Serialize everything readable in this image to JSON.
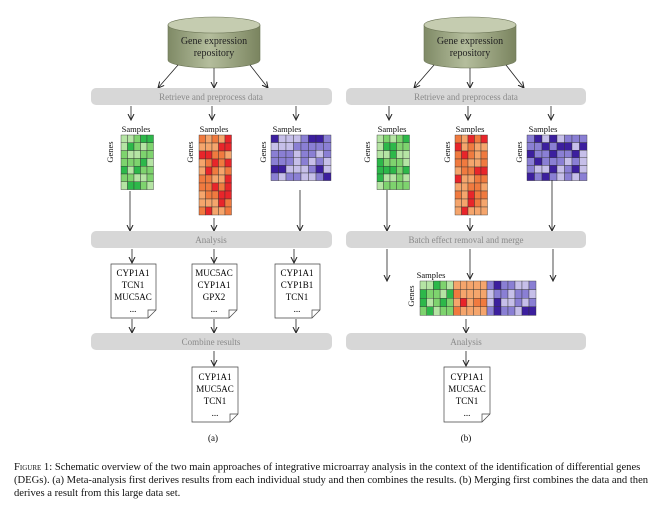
{
  "repository_label": [
    "Gene expression",
    "repository"
  ],
  "panel_a": {
    "retrieve_label": "Retrieve and preprocess data",
    "analysis_label": "Analysis",
    "combine_label": "Combine results",
    "samples_label": "Samples",
    "genes_label": "Genes",
    "gene_lists": [
      [
        "CYP1A1",
        "TCN1",
        "MUC5AC",
        "..."
      ],
      [
        "MUC5AC",
        "CYP1A1",
        "GPX2",
        "..."
      ],
      [
        "CYP1A1",
        "CYP1B1",
        "TCN1",
        "..."
      ]
    ],
    "result_list": [
      "CYP1A1",
      "MUC5AC",
      "TCN1",
      "..."
    ],
    "panel_label": "(a)"
  },
  "panel_b": {
    "retrieve_label": "Retrieve and preprocess data",
    "batch_label": "Batch effect removal and merge",
    "analysis_label": "Analysis",
    "samples_label": "Samples",
    "genes_label": "Genes",
    "result_list": [
      "CYP1A1",
      "MUC5AC",
      "TCN1",
      "..."
    ],
    "panel_label": "(b)"
  },
  "colors": {
    "green": [
      "#2db84a",
      "#7ed36e",
      "#b5e4a4"
    ],
    "orange": [
      "#e8252a",
      "#f07a3f",
      "#f5a56c"
    ],
    "purple": [
      "#3c1f9e",
      "#8a7fd4",
      "#c6bfe9"
    ],
    "bar_fill": "#d7d7d7",
    "bar_text": "#8a8a8a",
    "cylinder": "#9aa582"
  },
  "caption": {
    "label": "Figure 1:",
    "text": " Schematic overview of the two main approaches of integrative microarray analysis in the context of the identification of differential genes (DEGs). (a) Meta-analysis first derives results from each individual study and then combines the results. (b) Merging first combines the data and then derives a result from this large data set."
  }
}
